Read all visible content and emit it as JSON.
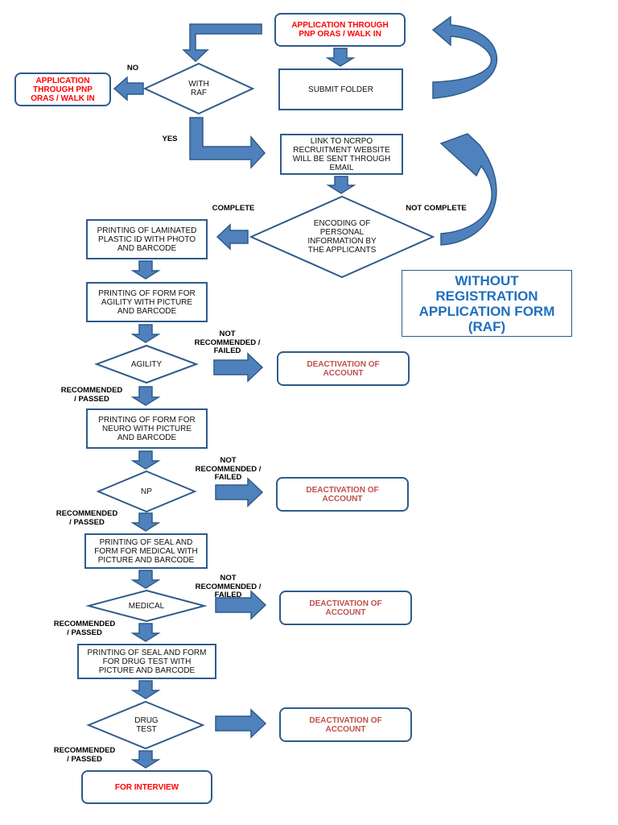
{
  "title": "WITHOUT\nREGISTRATION\nAPPLICATION FORM\n(RAF)",
  "colors": {
    "arrow_fill": "#4f81bd",
    "arrow_stroke": "#2f5b8a",
    "start_text": "#ff0000",
    "deactivation_text": "#c0504d",
    "title_text": "#1f6fbf"
  },
  "nodes": {
    "start": "APPLICATION THROUGH\nPNP ORAS / WALK IN",
    "submit_folder": "SUBMIT FOLDER",
    "with_raf": "WITH\nRAF",
    "no_branch_target": "APPLICATION\nTHROUGH PNP\nORAS / WALK IN",
    "link_email": "LINK TO NCRPO\nRECRUITMENT WEBSITE\nWILL BE SENT THROUGH\nEMAIL",
    "encoding": "ENCODING OF\nPERSONAL\nINFORMATION BY\nTHE APPLICANTS",
    "print_id": "PRINTING OF LAMINATED\nPLASTIC ID WITH PHOTO\nAND BARCODE",
    "print_agility": "PRINTING OF FORM FOR\nAGILITY WITH PICTURE\nAND BARCODE",
    "agility": "AGILITY",
    "print_neuro": "PRINTING OF FORM FOR\nNEURO WITH PICTURE\nAND BARCODE",
    "np": "NP",
    "print_medical": "PRINTING OF SEAL AND\nFORM FOR MEDICAL WITH\nPICTURE AND BARCODE",
    "medical": "MEDICAL",
    "print_drug": "PRINTING OF SEAL AND FORM\nFOR DRUG TEST WITH\nPICTURE AND BARCODE",
    "drug_test": "DRUG\nTEST",
    "deactivation": "DEACTIVATION OF\nACCOUNT",
    "interview": "FOR INTERVIEW"
  },
  "labels": {
    "no": "NO",
    "yes": "YES",
    "complete": "COMPLETE",
    "not_complete": "NOT COMPLETE",
    "not_recommended": "NOT\nRECOMMENDED /\nFAILED",
    "recommended": "RECOMMENDED\n/ PASSED"
  }
}
